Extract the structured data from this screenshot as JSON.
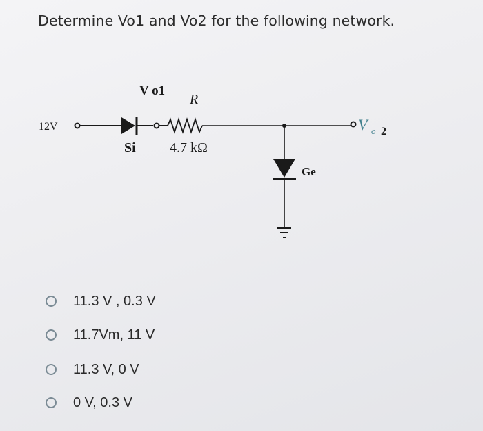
{
  "question": "Determine Vo1 and Vo2 for the following network.",
  "circuit": {
    "source_label": "12V",
    "vo1_label": "V o1",
    "resistor_label": "R",
    "resistor_value": "4.7 kΩ",
    "si_label": "Si",
    "ge_label": "Ge",
    "vo2_label": "V",
    "vo2_sub_o": "o",
    "vo2_sub_num": "2"
  },
  "options": [
    {
      "label": "11.3 V , 0.3 V"
    },
    {
      "label": "11.7Vm, 11 V"
    },
    {
      "label": "11.3 V, 0 V"
    },
    {
      "label": "0 V, 0.3 V"
    }
  ],
  "colors": {
    "text": "#2c2c2c",
    "circuit": "#1a1a1a",
    "vo2_accent": "#3f7f8c",
    "radio": "#7b8b95"
  }
}
